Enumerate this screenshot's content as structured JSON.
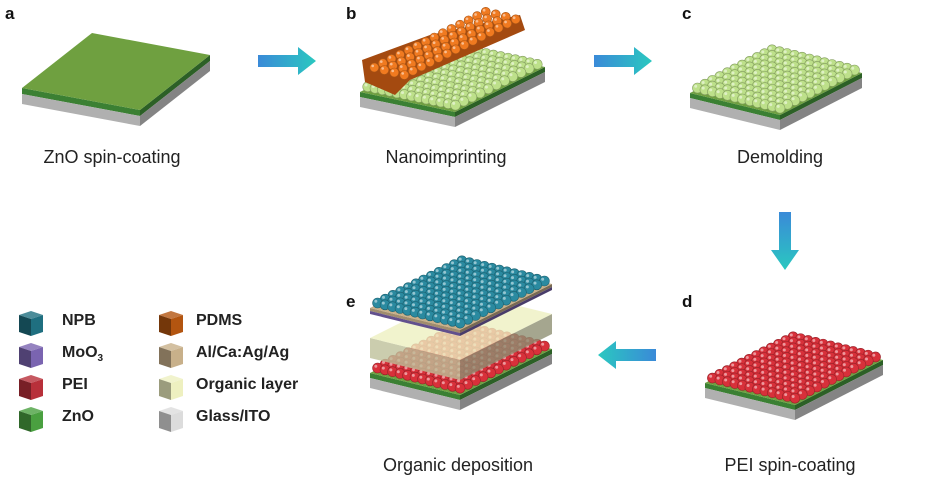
{
  "panels": [
    {
      "id": "a",
      "caption": "ZnO spin-coating"
    },
    {
      "id": "b",
      "caption": "Nanoimprinting"
    },
    {
      "id": "c",
      "caption": "Demolding"
    },
    {
      "id": "d",
      "caption": "PEI spin-coating"
    },
    {
      "id": "e",
      "caption": "Organic deposition"
    }
  ],
  "legend": [
    {
      "label": "NPB",
      "color": "#1f6f80"
    },
    {
      "label": "MoO",
      "sub": "3",
      "color": "#7a64b0"
    },
    {
      "label": "PEI",
      "color": "#b8303a"
    },
    {
      "label": "ZnO",
      "color": "#4aa040"
    },
    {
      "label": "PDMS",
      "color": "#b35510"
    },
    {
      "label": "Al/Ca:Ag/Ag",
      "color": "#c8b08a"
    },
    {
      "label": "Organic layer",
      "color": "#eef0c0"
    },
    {
      "label": "Glass/ITO",
      "color": "#dcdcdc"
    }
  ],
  "colors": {
    "arrow": "#2ab8c8",
    "sphere_green": "#bde08a",
    "sphere_orange": "#f07a20",
    "sphere_red": "#d8303a",
    "sphere_blue": "#2a8aa0"
  }
}
